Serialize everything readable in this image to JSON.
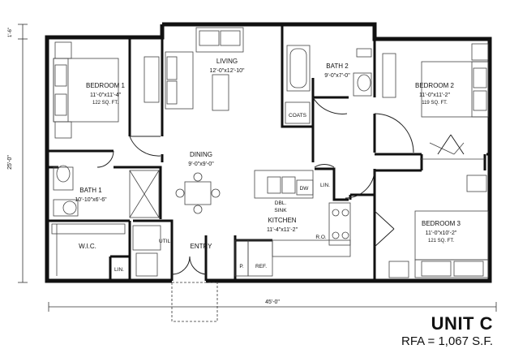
{
  "plan": {
    "rooms": {
      "living": {
        "name": "LIVING",
        "size": "12'-0\"x12'-10\""
      },
      "bedroom1": {
        "name": "BEDROOM 1",
        "size": "11'-0\"x11'-4\"",
        "area": "122 SQ. FT."
      },
      "bath2": {
        "name": "BATH 2",
        "size": "9'-0\"x7'-0\""
      },
      "bedroom2": {
        "name": "BEDROOM 2",
        "size": "11'-0\"x11'-2\"",
        "area": "119 SQ. FT."
      },
      "dining": {
        "name": "DINING",
        "size": "9'-0\"x9'-0\""
      },
      "bath1": {
        "name": "BATH 1",
        "size": "10'-10\"x6'-6\""
      },
      "kitchen": {
        "name": "KITCHEN",
        "size": "11'-4\"x11'-2\""
      },
      "bedroom3": {
        "name": "BEDROOM 3",
        "size": "11'-0\"x10'-2\"",
        "area": "121 SQ. FT."
      },
      "wic": {
        "name": "W.I.C."
      },
      "entry": {
        "name": "ENTRY"
      }
    },
    "fixtures": {
      "coats": "COATS",
      "dw": "DW",
      "lin_upper": "LIN.",
      "lin_lower": "LIN.",
      "sink_line1": "DBL.",
      "sink_line2": "SINK",
      "range": "R.O.",
      "util": "UTIL.",
      "pantry": "P.",
      "ref": "REF."
    },
    "dimensions": {
      "width": "45'-0\"",
      "depth": "25'-0\"",
      "offset": "1'-6\""
    }
  },
  "unit": {
    "title": "UNIT C",
    "rfa": "RFA = 1,067 S.F."
  }
}
